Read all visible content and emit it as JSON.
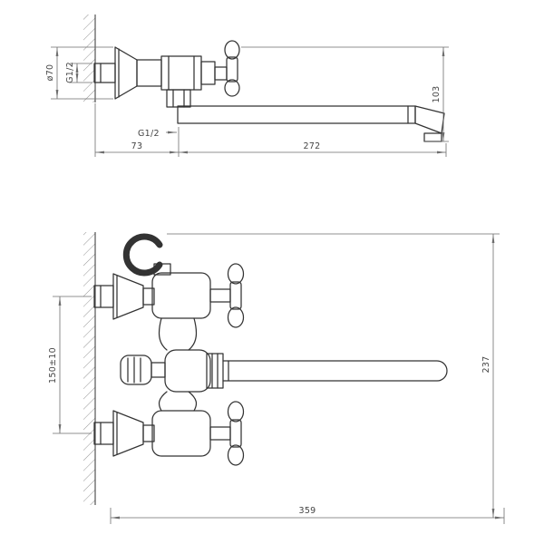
{
  "style": {
    "background": "#ffffff",
    "object_line_color": "#333333",
    "dimension_line_color": "#6e6e6e",
    "text_color": "#444444"
  },
  "views": {
    "side": {
      "dimensions": {
        "flange_diameter": "ø70",
        "inlet_thread": "G1/2",
        "height": "103",
        "spout_thread": "G1/2",
        "wall_offset": "73",
        "spout_length": "272"
      }
    },
    "front": {
      "dimensions": {
        "mounting_centers": "150±10",
        "overall_height": "237",
        "overall_width": "359"
      }
    }
  }
}
